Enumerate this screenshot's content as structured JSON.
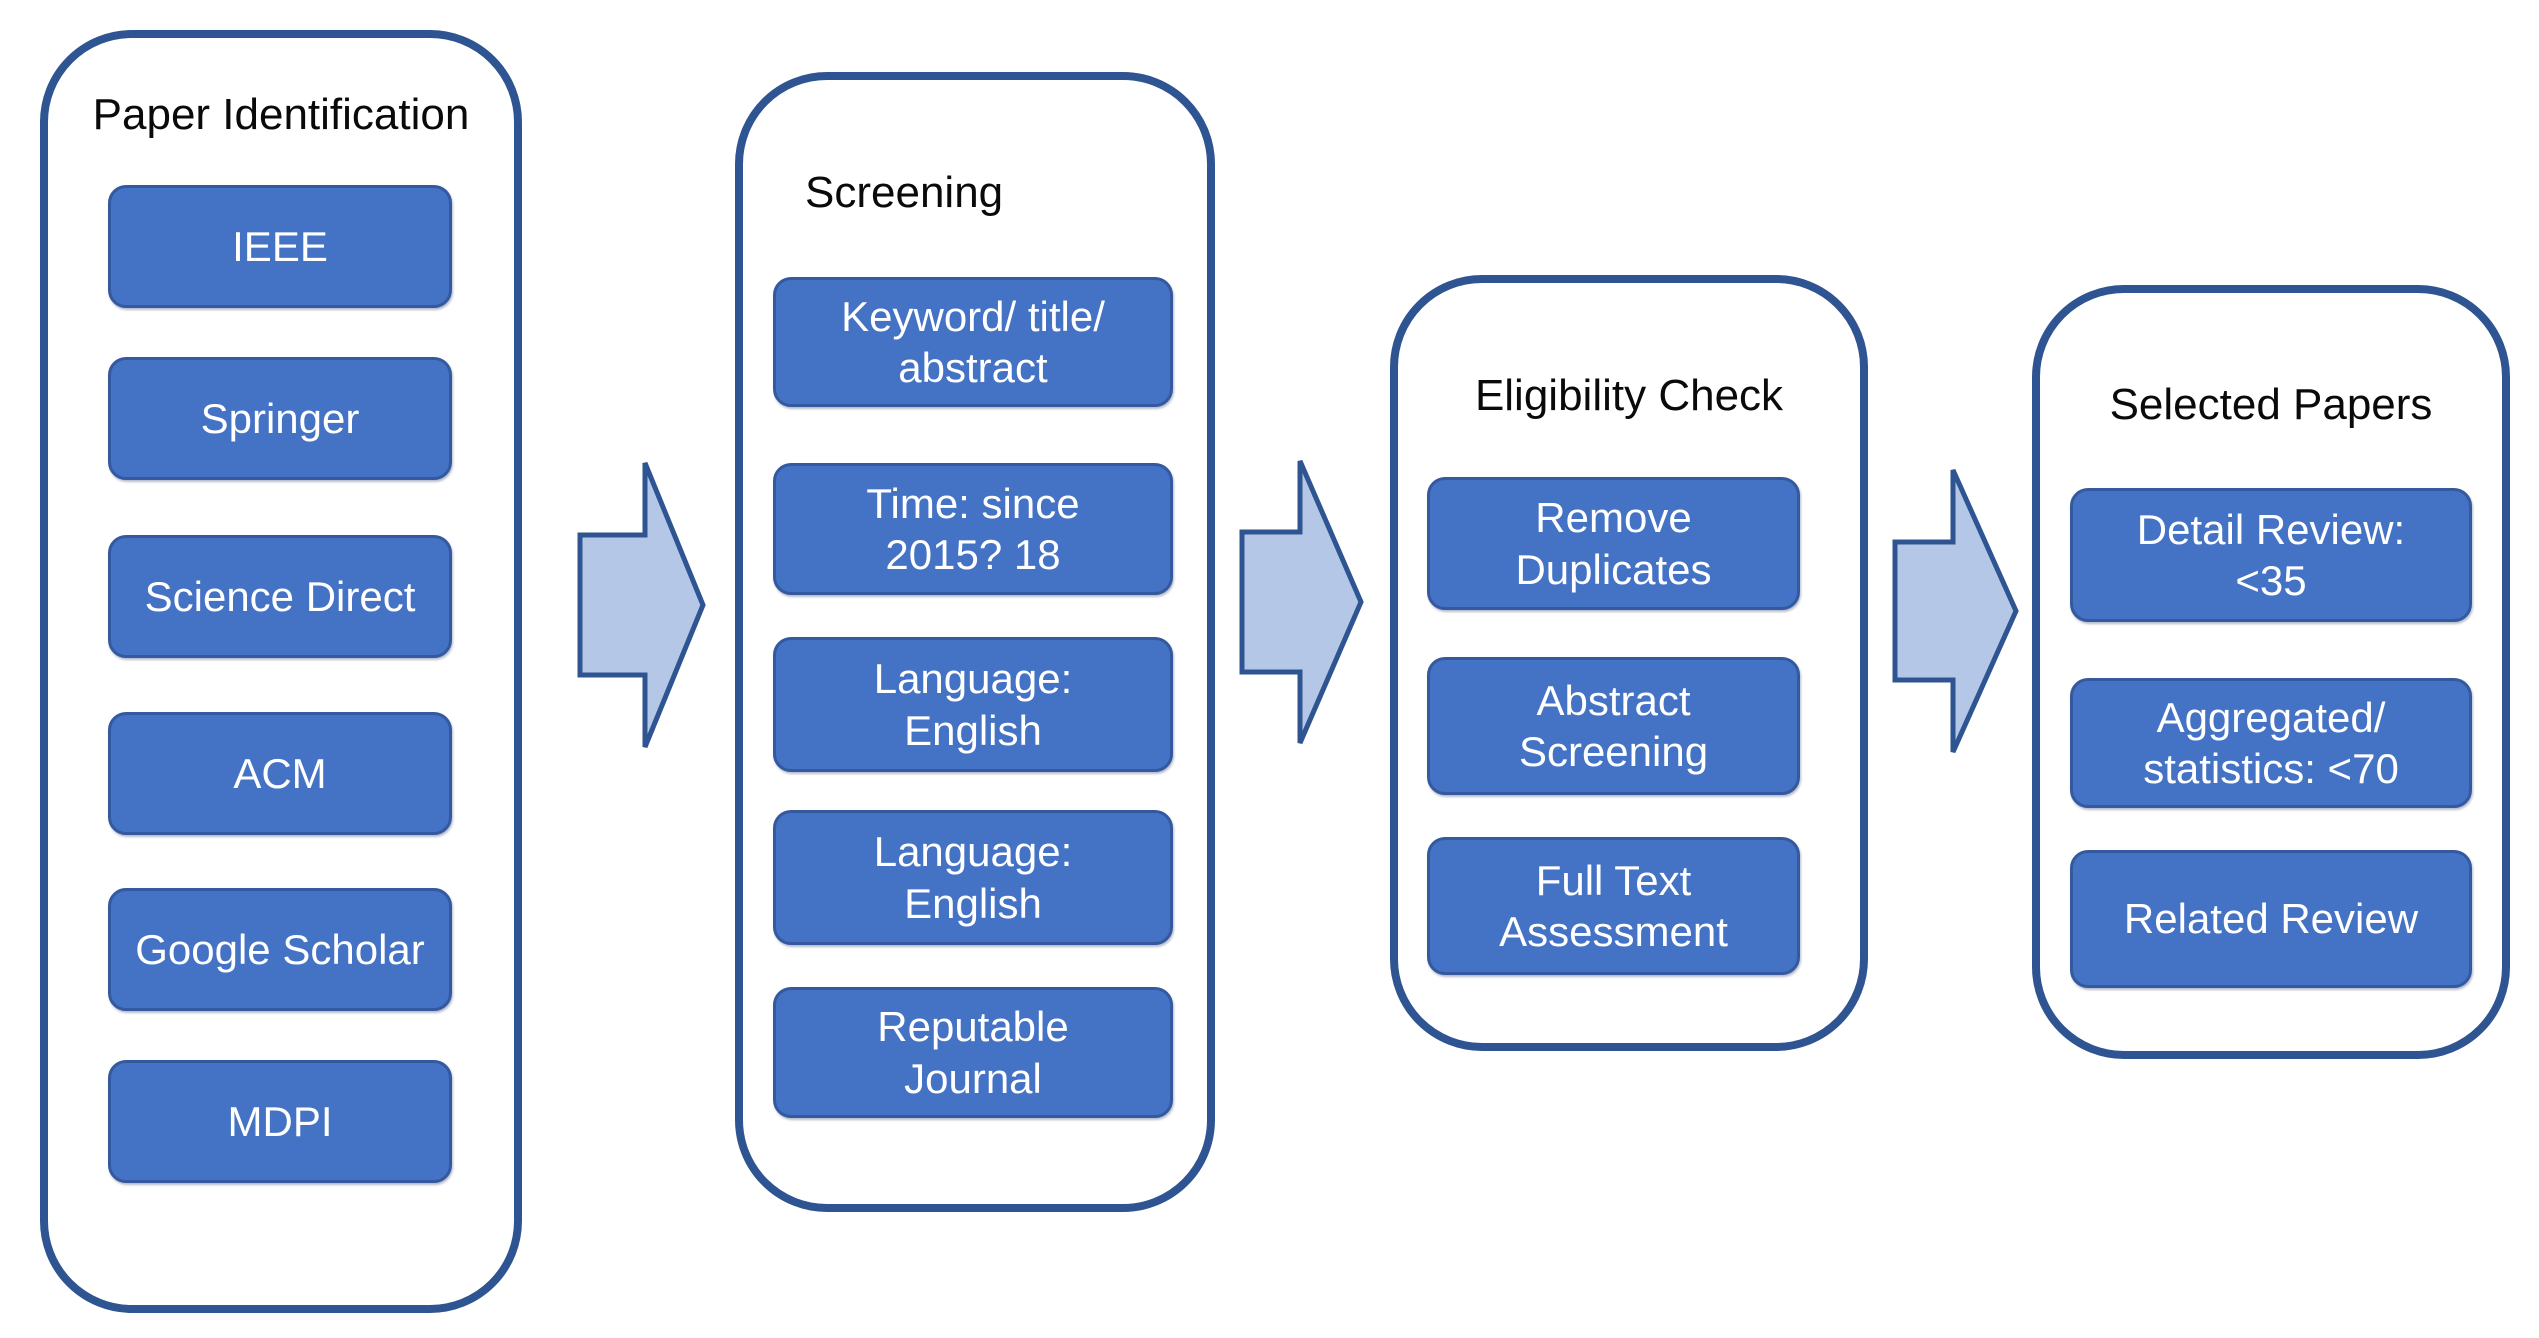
{
  "diagram": {
    "columns": [
      {
        "title": "Paper Identification",
        "items": [
          "IEEE",
          "Springer",
          "Science Direct",
          "ACM",
          "Google Scholar",
          "MDPI"
        ]
      },
      {
        "title": "Screening",
        "items": [
          "Keyword/ title/\nabstract",
          "Time: since\n2015? 18",
          "Language:\nEnglish",
          "Language:\nEnglish",
          "Reputable\nJournal"
        ]
      },
      {
        "title": "Eligibility Check",
        "items": [
          "Remove\nDuplicates",
          "Abstract\nScreening",
          "Full Text\nAssessment"
        ]
      },
      {
        "title": "Selected Papers",
        "items": [
          "Detail Review:\n<35",
          "Aggregated/\nstatistics: <70",
          "Related Review"
        ]
      }
    ],
    "arrows": [
      {
        "icon": "arrow-right-icon",
        "from": "Paper Identification",
        "to": "Screening"
      },
      {
        "icon": "arrow-right-icon",
        "from": "Screening",
        "to": "Eligibility Check"
      },
      {
        "icon": "arrow-right-icon",
        "from": "Eligibility Check",
        "to": "Selected Papers"
      }
    ],
    "colors": {
      "step_fill": "#4472c4",
      "step_border": "#35599f",
      "step_text": "#ffffff",
      "container_border": "#2e5492",
      "arrow_fill": "#b4c7e7",
      "arrow_border": "#2e5492",
      "title_text": "#0a0a0a",
      "background": "#ffffff"
    }
  }
}
